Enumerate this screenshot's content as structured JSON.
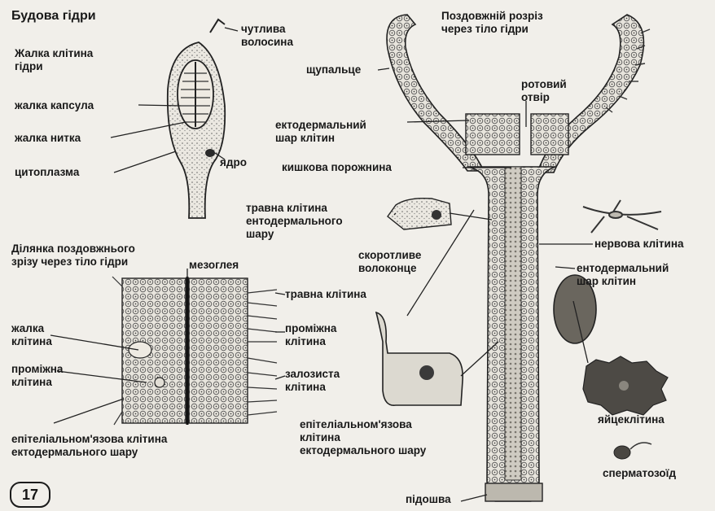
{
  "labels": {
    "title": "Будова гідри",
    "stinging_cell": "Жалка клітина\nгідри",
    "sensitive_hair": "чутлива\nволосина",
    "capsule": "жалка капсула",
    "thread": "жалка нитка",
    "cytoplasm": "цитоплазма",
    "nucleus": "ядро",
    "section_title": "Поздовжній розріз\nчерез тіло гідри",
    "tentacle": "щупальце",
    "mouth": "ротовий\nотвір",
    "ectoderm_layer": "ектодермальний\nшар клітин",
    "gut_cavity": "кишкова порожнина",
    "digestive_cell": "травна клітина\nентодермального\nшару",
    "area_title": "Ділянка поздовжнього\nзрізу через тіло гідри",
    "mesoglea": "мезоглея",
    "contractile_fibers": "скоротливе\nволоконце",
    "nerve_cell": "нервова клітина",
    "endoderm_layer": "ентодермальний\nшар клітин",
    "digestive_cell_2": "травна клітина",
    "stinging_cell_2": "жалка\nклітина",
    "intermediate_cell": "проміжна\nклітина",
    "intermediate_cell_2": "проміжна\nклітина",
    "glandular_cell": "залозиста\nклітина",
    "egg_cell": "яйцеклітина",
    "epitheliomuscular": "епітеліальном'язова клітина\nектодермального шару",
    "epitheliomuscular_2": "епітеліальном'язова\nклітина\nектодермального шару",
    "sperm": "сперматозоїд",
    "foot": "підошва",
    "page_number": "17"
  }
}
